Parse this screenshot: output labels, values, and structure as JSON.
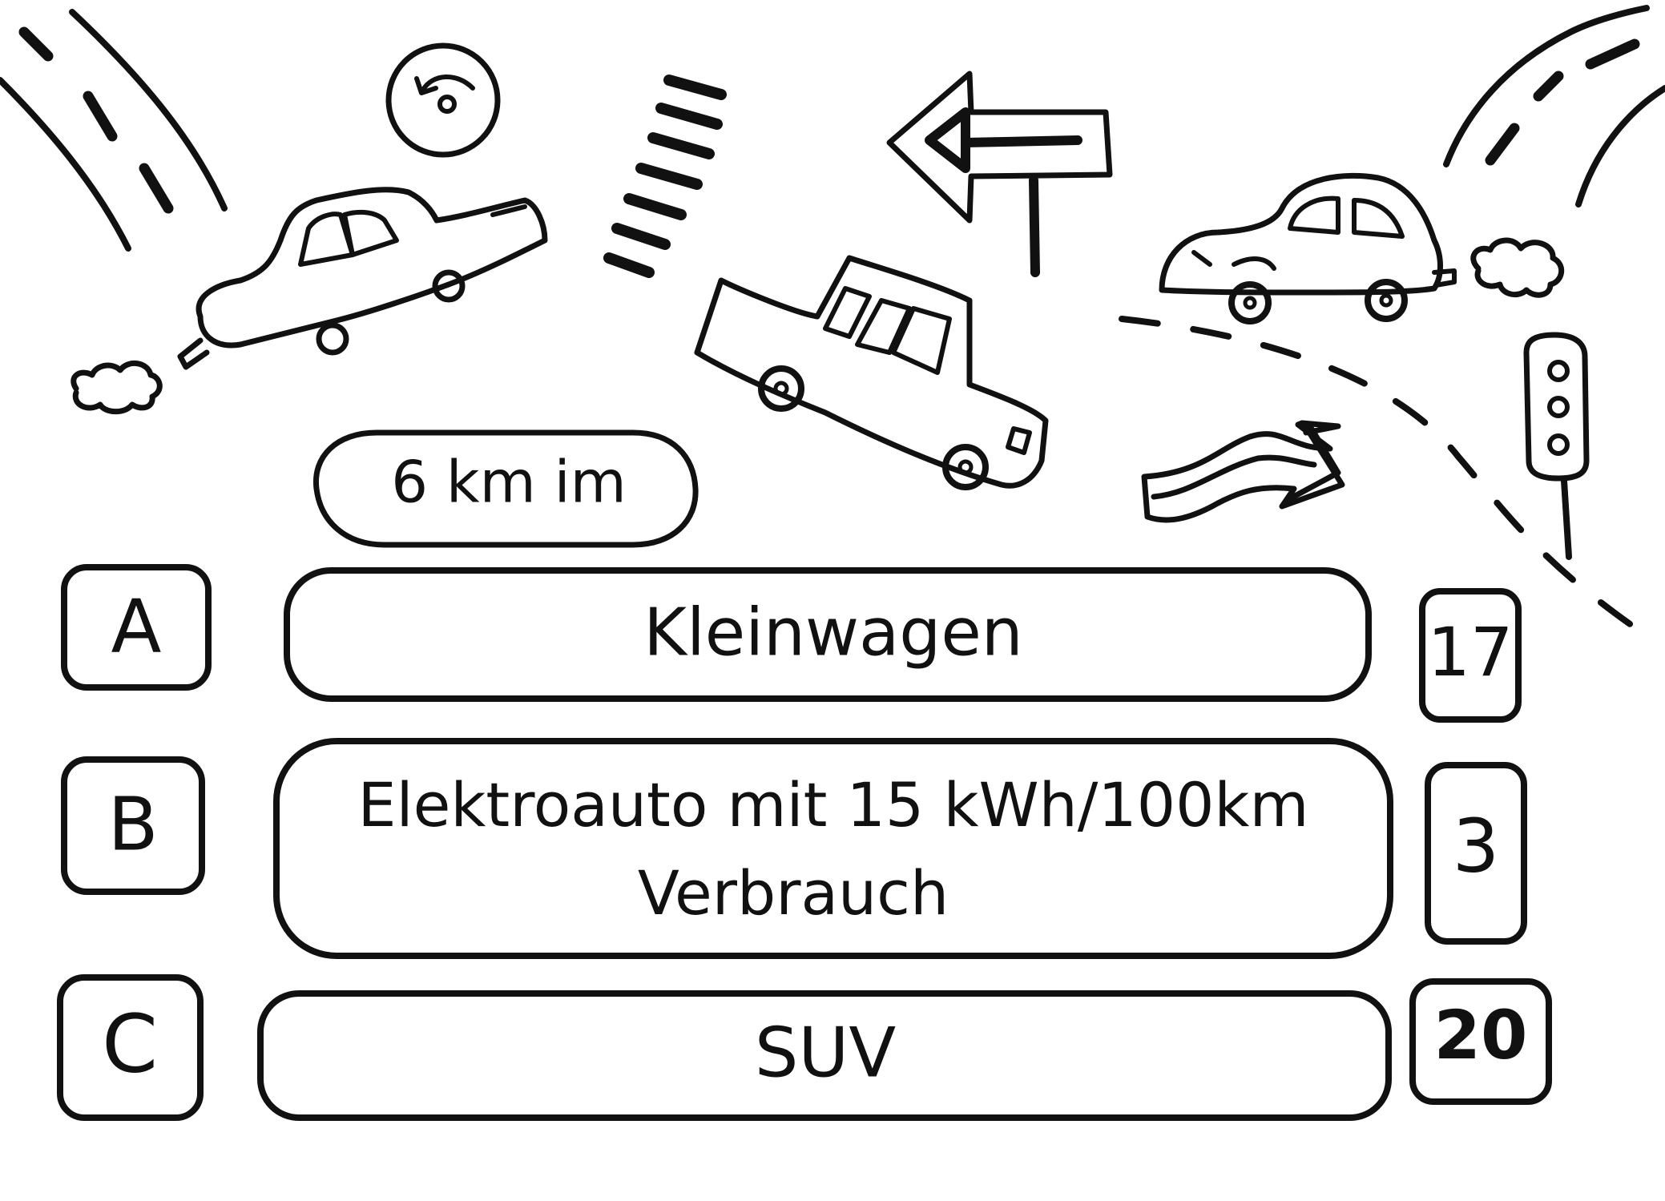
{
  "header": {
    "label": "6 km im"
  },
  "options": [
    {
      "letter": "A",
      "label": "Kleinwagen",
      "value": "17"
    },
    {
      "letter": "B",
      "label_line1": "Elektroauto mit 15 kWh/100km",
      "label_line2": "Verbrauch",
      "value": "3"
    },
    {
      "letter": "C",
      "label": "SUV",
      "value": "20"
    }
  ],
  "colors": {
    "ink": "#111111",
    "paper": "#ffffff"
  },
  "icons": [
    "road-left-icon",
    "roundabout-sign-icon",
    "car-top-left-icon",
    "exhaust-cloud-left-icon",
    "crosswalk-icon",
    "turn-left-arrow-sign-icon",
    "car-center-tilted-icon",
    "beetle-car-icon",
    "exhaust-cloud-right-icon",
    "road-right-icon",
    "dashed-curve-road-icon",
    "traffic-light-icon",
    "curvy-arrow-icon"
  ]
}
